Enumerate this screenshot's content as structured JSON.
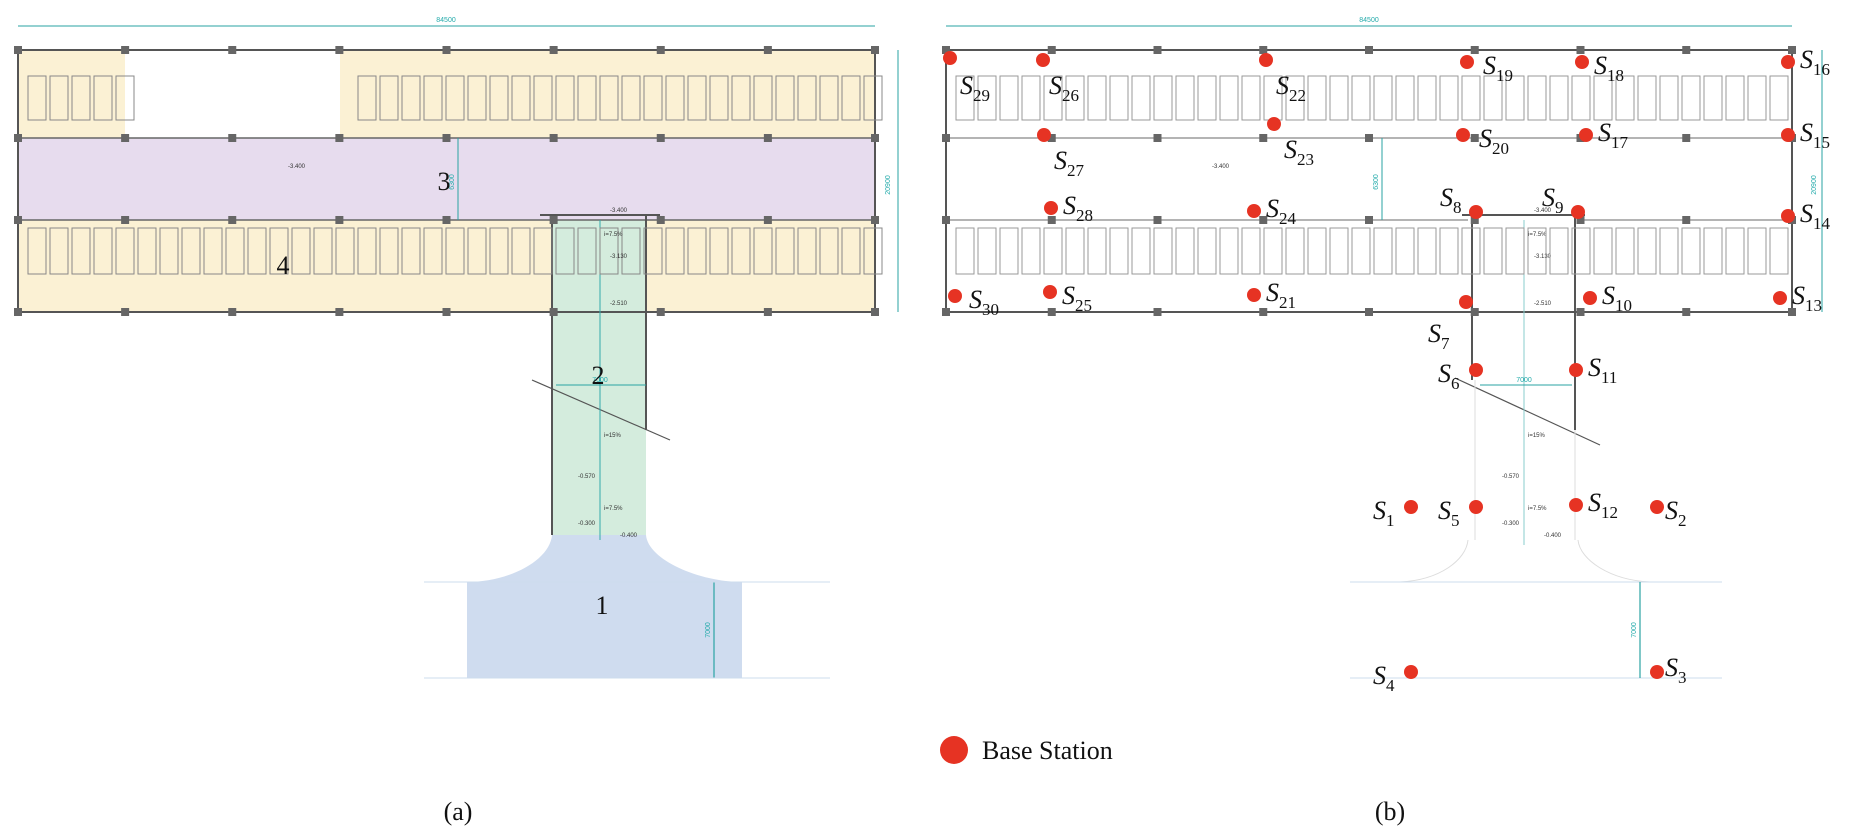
{
  "panels": {
    "a": {
      "caption": "(a)",
      "zones": [
        "1",
        "2",
        "3",
        "4"
      ],
      "dims": {
        "top": "84500",
        "right": "20900",
        "mid": "6300",
        "neck": "7000",
        "bottom": "7000"
      },
      "elevations": [
        "-3.400",
        "-3.400",
        "-3.130",
        "-2.510",
        "-0.570",
        "-0.300",
        "-0.400"
      ],
      "slopes": [
        "i=7.5%",
        "i=15%",
        "i=7.5%"
      ]
    },
    "b": {
      "caption": "(b)",
      "dims": {
        "top": "84500",
        "right": "20900",
        "mid": "6300",
        "neck": "7000",
        "bottom": "7000"
      },
      "elevations": [
        "-3.400",
        "-3.400",
        "-3.130",
        "-2.510",
        "-0.570",
        "-0.300",
        "-0.400"
      ],
      "slopes": [
        "i=7.5%",
        "i=15%",
        "i=7.5%"
      ],
      "stations": [
        {
          "id": "S",
          "sub": "1"
        },
        {
          "id": "S",
          "sub": "2"
        },
        {
          "id": "S",
          "sub": "3"
        },
        {
          "id": "S",
          "sub": "4"
        },
        {
          "id": "S",
          "sub": "5"
        },
        {
          "id": "S",
          "sub": "6"
        },
        {
          "id": "S",
          "sub": "7"
        },
        {
          "id": "S",
          "sub": "8"
        },
        {
          "id": "S",
          "sub": "9"
        },
        {
          "id": "S",
          "sub": "10"
        },
        {
          "id": "S",
          "sub": "11"
        },
        {
          "id": "S",
          "sub": "12"
        },
        {
          "id": "S",
          "sub": "13"
        },
        {
          "id": "S",
          "sub": "14"
        },
        {
          "id": "S",
          "sub": "15"
        },
        {
          "id": "S",
          "sub": "16"
        },
        {
          "id": "S",
          "sub": "17"
        },
        {
          "id": "S",
          "sub": "18"
        },
        {
          "id": "S",
          "sub": "19"
        },
        {
          "id": "S",
          "sub": "20"
        },
        {
          "id": "S",
          "sub": "21"
        },
        {
          "id": "S",
          "sub": "22"
        },
        {
          "id": "S",
          "sub": "23"
        },
        {
          "id": "S",
          "sub": "24"
        },
        {
          "id": "S",
          "sub": "25"
        },
        {
          "id": "S",
          "sub": "26"
        },
        {
          "id": "S",
          "sub": "27"
        },
        {
          "id": "S",
          "sub": "28"
        },
        {
          "id": "S",
          "sub": "29"
        },
        {
          "id": "S",
          "sub": "30"
        }
      ]
    }
  },
  "legend": {
    "label": "Base Station",
    "marker_color": "#e63323"
  },
  "colors": {
    "zone1": "#cfdcef",
    "zone2": "#d4ecdd",
    "zone3": "#e7dcee",
    "zone4": "#fbf1d4",
    "wall": "#555555",
    "column": "#666666",
    "dimension": "#2aa3a3",
    "station": "#e63323"
  }
}
